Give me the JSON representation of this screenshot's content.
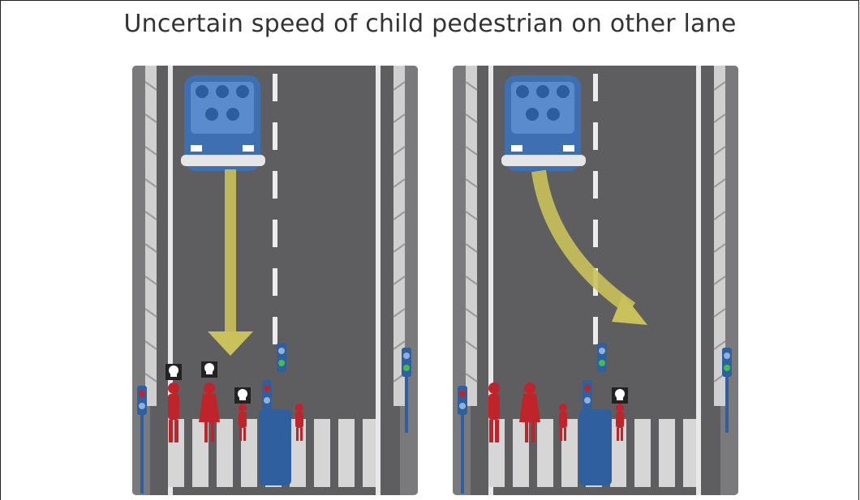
{
  "title": "Uncertain speed of child pedestrian on other lane",
  "colors": {
    "road": "#5e5e60",
    "barrier": "#c9c9c9",
    "car": "#3e6fb3",
    "arrow": "#c9c25a",
    "pedestrian": "#c0242b",
    "crosswalk": "#d6d6d6",
    "signal_pole": "#2f5f9e"
  },
  "scenarios": [
    {
      "id": "left",
      "car_trajectory": "straight",
      "pedestrians": [
        {
          "type": "man",
          "fatality": true
        },
        {
          "type": "woman",
          "fatality": true
        },
        {
          "type": "child",
          "fatality": true
        },
        {
          "type": "child",
          "fatality": false
        }
      ],
      "icons": [
        "skull-icon",
        "skull-icon",
        "skull-icon"
      ]
    },
    {
      "id": "right",
      "car_trajectory": "swerve-right",
      "pedestrians": [
        {
          "type": "man",
          "fatality": false
        },
        {
          "type": "woman",
          "fatality": false
        },
        {
          "type": "child",
          "fatality": false
        },
        {
          "type": "child",
          "fatality": true
        }
      ],
      "icons": [
        "skull-icon"
      ]
    }
  ]
}
